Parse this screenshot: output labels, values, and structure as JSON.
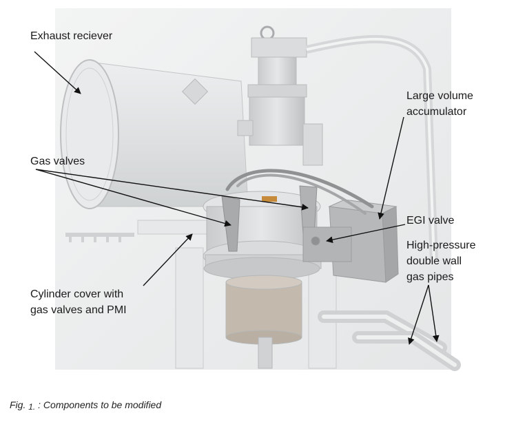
{
  "labels": {
    "exhaust_receiver": "Exhaust reciever",
    "gas_valves": "Gas valves",
    "large_volume_1": "Large volume",
    "large_volume_2": "accumulator",
    "egi_valve": "EGI valve",
    "hp_pipes_1": "High-pressure",
    "hp_pipes_2": "double wall",
    "hp_pipes_3": "gas pipes",
    "cylinder_cover_1": "Cylinder cover with",
    "cylinder_cover_2": "gas valves and PMI"
  },
  "caption": {
    "prefix": "Fig. ",
    "number": "1.",
    "text": " : Components to be modified"
  },
  "colors": {
    "equipment_gray": "#c9cbcc",
    "accent_orange": "#c58a3a",
    "leader_line": "#111111"
  }
}
